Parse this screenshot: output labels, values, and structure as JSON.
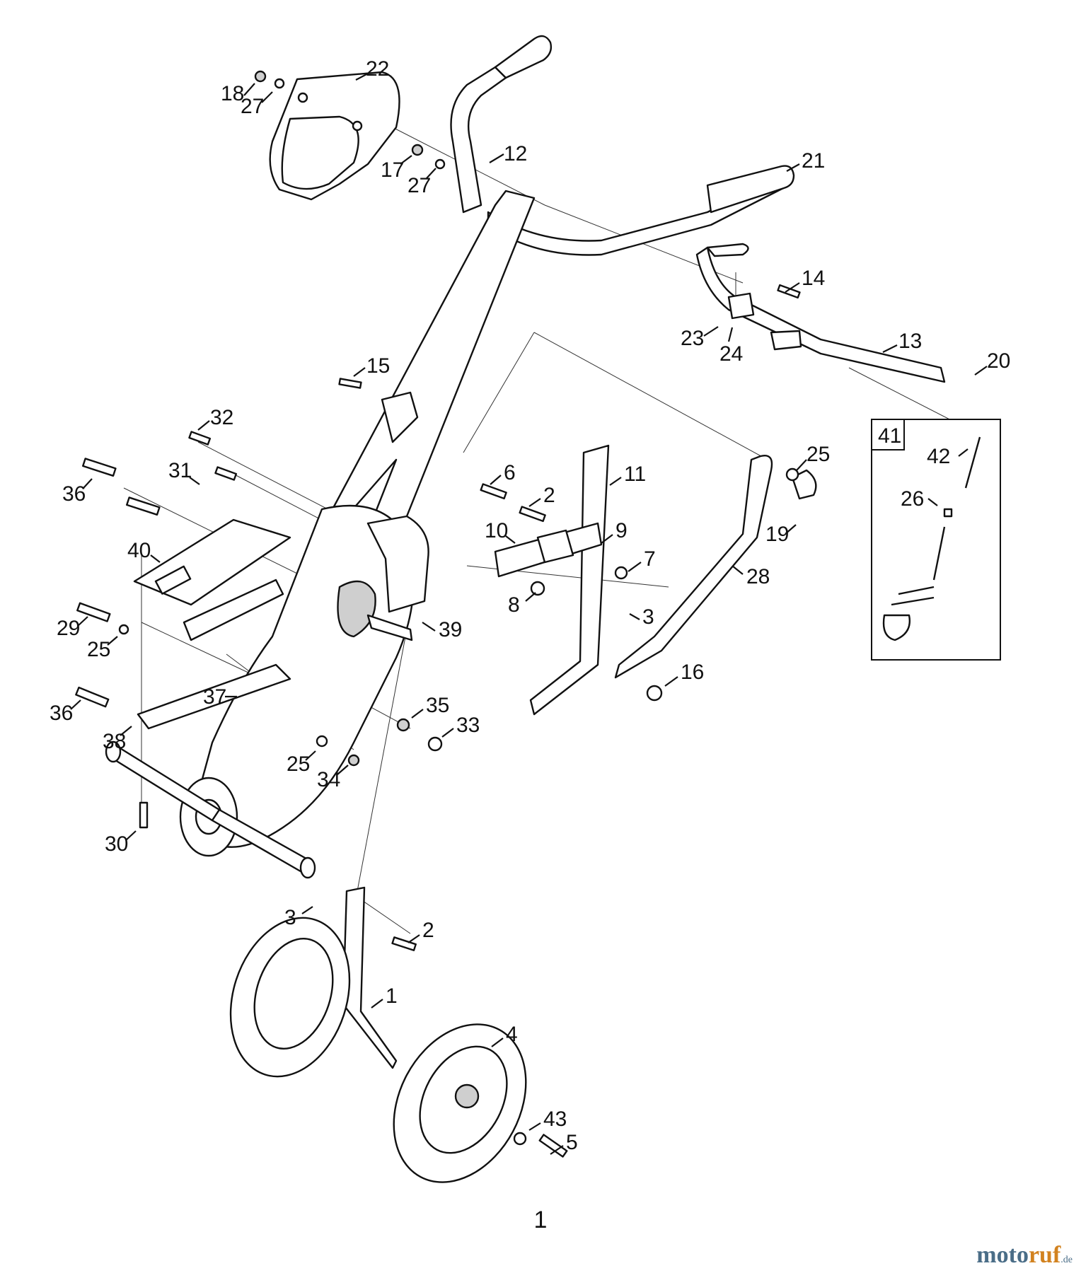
{
  "diagram": {
    "page_number": "1",
    "inset_label": "41",
    "callouts": [
      "22",
      "18",
      "27",
      "17",
      "27",
      "12",
      "21",
      "14",
      "23",
      "24",
      "13",
      "20",
      "15",
      "32",
      "31",
      "36",
      "40",
      "6",
      "2",
      "11",
      "10",
      "9",
      "7",
      "25",
      "19",
      "28",
      "8",
      "3",
      "39",
      "29",
      "25",
      "37",
      "36",
      "38",
      "35",
      "33",
      "25",
      "34",
      "16",
      "30",
      "3",
      "2",
      "1",
      "4",
      "43",
      "5",
      "42",
      "26"
    ]
  },
  "watermark": {
    "part_a": "moto",
    "part_b": "ruf",
    "part_c": ".de"
  },
  "colors": {
    "ink": "#111111",
    "watermark_blue": "#4a6d87",
    "watermark_orange": "#d2821f"
  }
}
